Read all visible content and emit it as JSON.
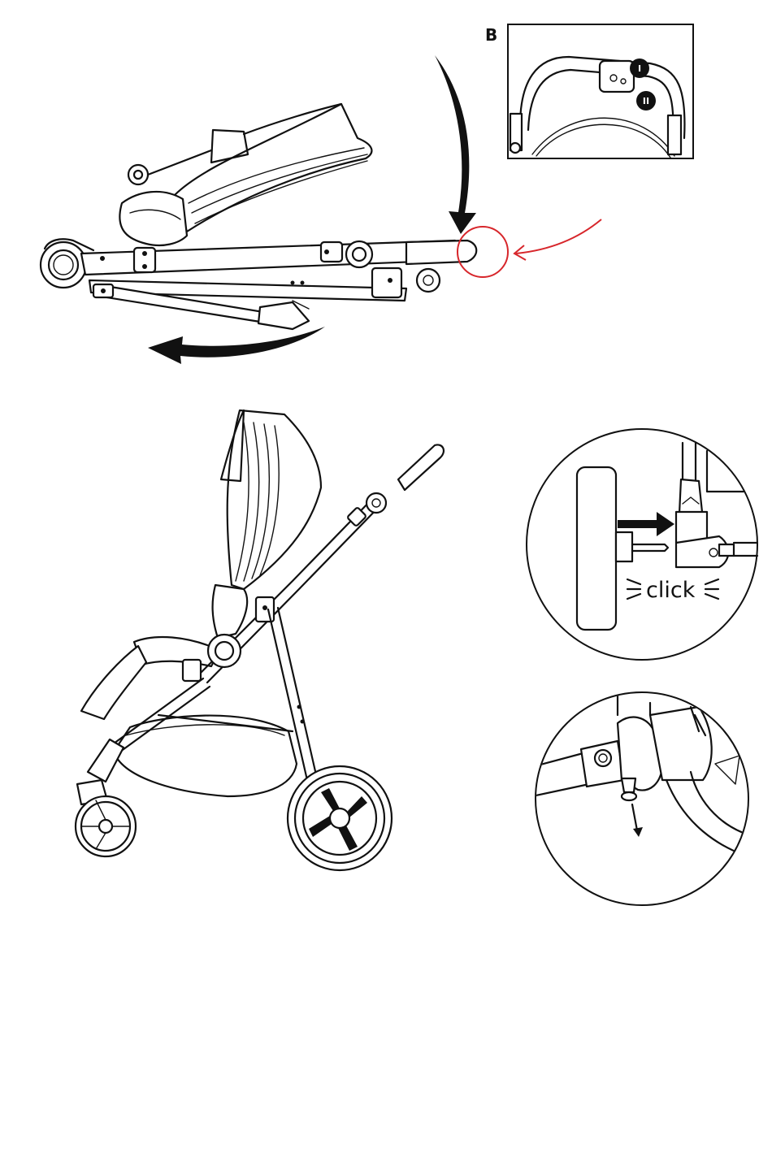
{
  "inset_b": {
    "label": "B",
    "markers": [
      "I",
      "II"
    ]
  },
  "click_detail": {
    "sound_label": "click"
  }
}
